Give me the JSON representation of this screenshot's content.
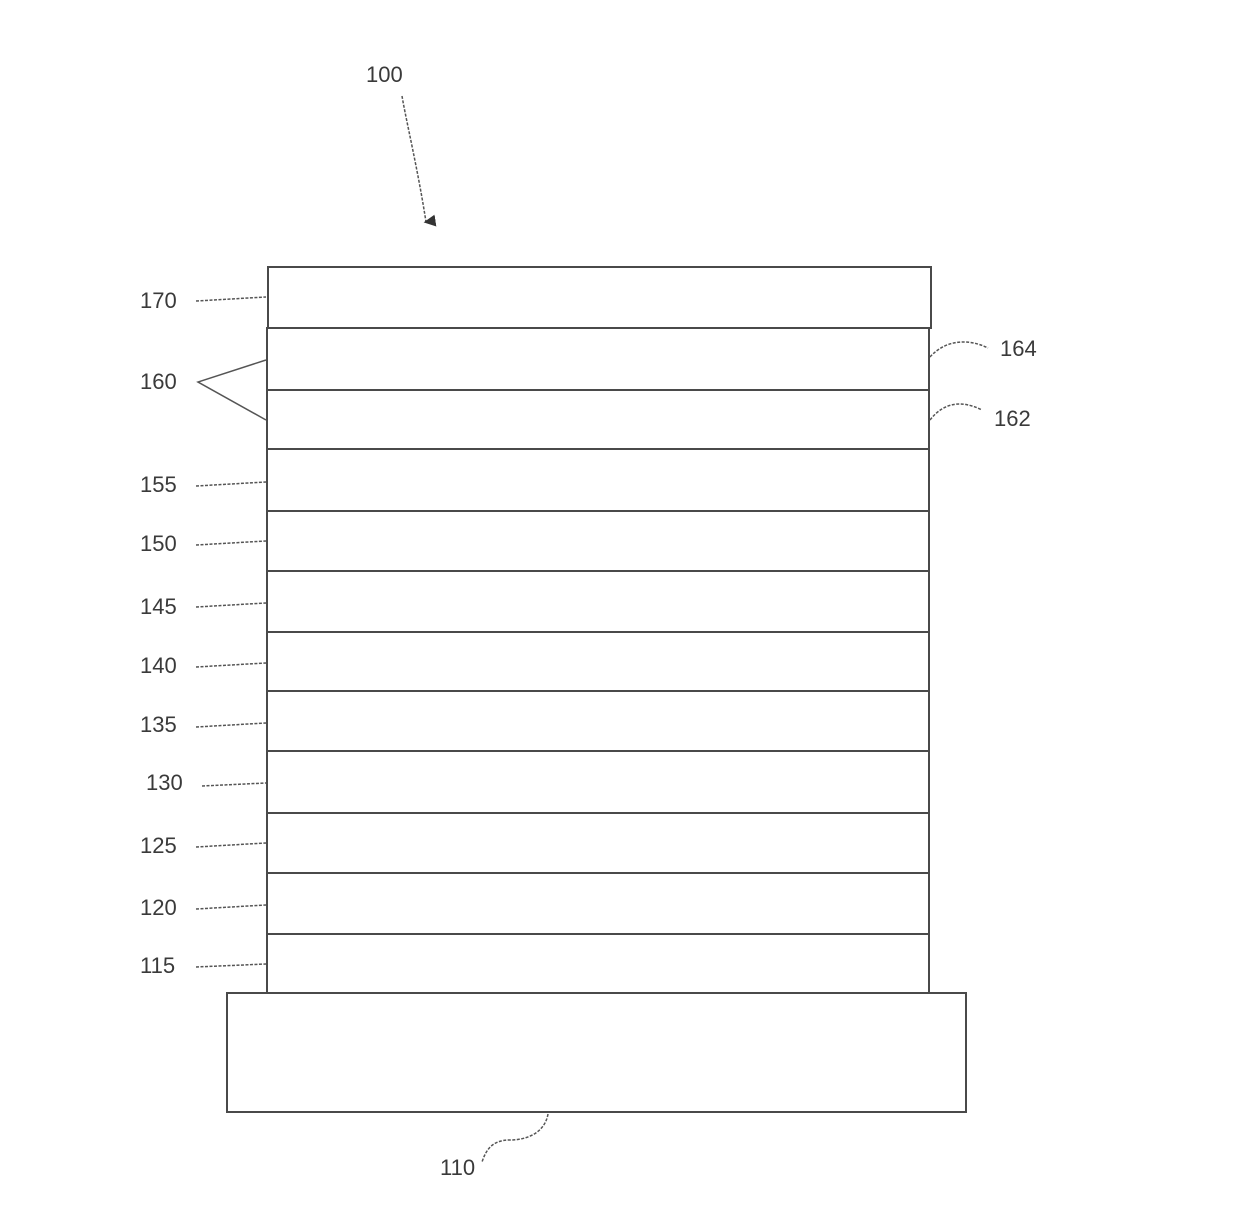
{
  "figure": {
    "device_label": "100",
    "top_layer_label": "170",
    "layer_group_label": "160",
    "sublayer_labels": [
      "164",
      "162"
    ],
    "layer_labels": [
      "155",
      "150",
      "145",
      "140",
      "135",
      "130",
      "125",
      "120",
      "115"
    ],
    "substrate_label": "110"
  }
}
